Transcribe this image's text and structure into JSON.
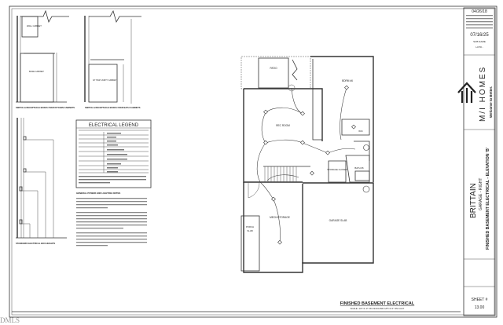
{
  "details": {
    "kitchen_caption": "SWITCH & RECEPTACLE BOXES OVER KITCHEN CABINETS",
    "bath_caption": "SWITCH & RECEPTACLE BOXES OVER BATH CABINETS",
    "heights_caption": "STANDARD ELECTRICAL BOX HEIGHTS",
    "wall_cabinet": "WALL CABINET",
    "base_cabinet": "BASE CABINET",
    "vanity_cabinet": "32\" HIGH VANITY CABINET"
  },
  "legend": {
    "title": "ELECTRICAL LEGEND",
    "notes_heading": "GENERAL POWER AND LIGHTING NOTES"
  },
  "plan": {
    "title": "FINISHED BASEMENT ELECTRICAL",
    "scale": "SCALE: 1/4\"=1'-0\" ON 22x34 AND 1/8\"=1'-0\" ON 11x17",
    "rooms": {
      "patio": "PATIO",
      "bedroom": "BDRM #6",
      "rec_room": "REC ROOM",
      "wic": "WIC",
      "storage_closet": "STORAGE CLOSET",
      "bath": "BATH #6",
      "mech": "MECH/STORAGE",
      "porch_line1": "PORCH",
      "porch_line2": "SLAB",
      "garage": "GARAGE SLAB"
    }
  },
  "title_block": {
    "date1": "04/26/18",
    "date2": "07/16/25",
    "sub_name": "SUB NAME",
    "lot": "LOT# -",
    "brand": "M/I HOMES",
    "tagline": "Welcome to Better.",
    "plan_name": "BRITTAIN",
    "garage": "GARAGE - RIGHT",
    "sheet_title": "FINISHED BASEMENT ELECTRICAL - ELEVATION 'B'",
    "sheet_label": "SHEET #",
    "sheet_number": "13.00"
  },
  "watermark": "DMLS"
}
